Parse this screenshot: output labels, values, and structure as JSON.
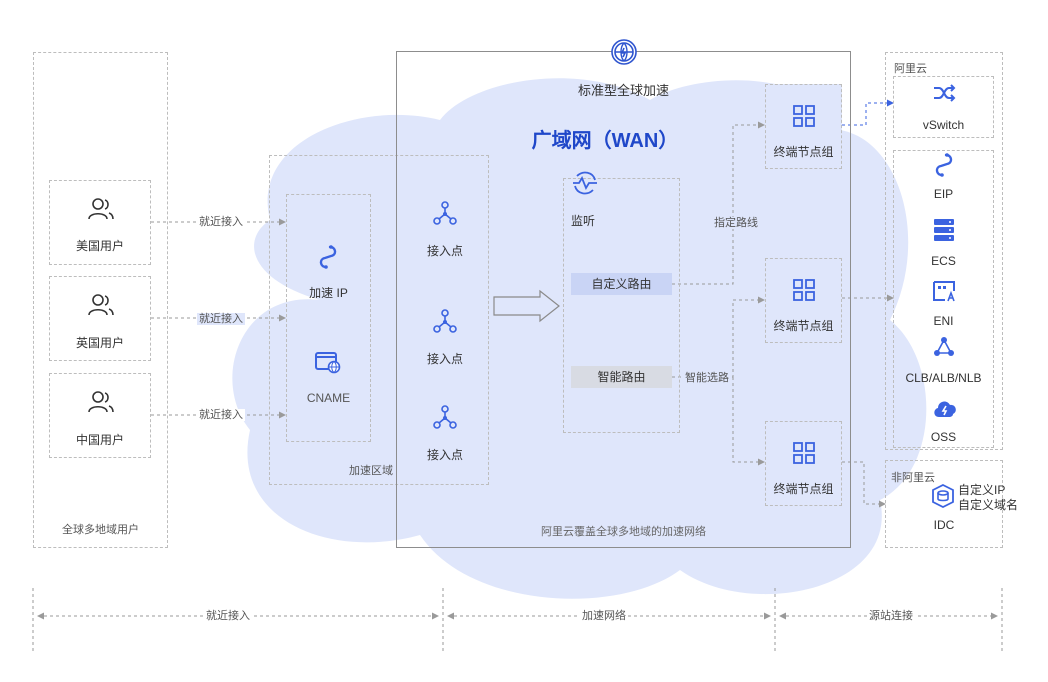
{
  "diagram": {
    "accelerator_title": "标准型全球加速",
    "wan_title": "广域网（WAN）",
    "users": {
      "items": [
        {
          "label": "美国用户",
          "edge_label": "就近接入"
        },
        {
          "label": "英国用户",
          "edge_label": "就近接入"
        },
        {
          "label": "中国用户",
          "edge_label": "就近接入"
        }
      ],
      "footer": "全球多地域用户"
    },
    "accel_zone": {
      "label": "加速区域",
      "accel_ip": "加速 IP",
      "cname": "CNAME",
      "access_points": [
        "接入点",
        "接入点",
        "接入点"
      ]
    },
    "listener": {
      "label": "监听",
      "custom_route": "自定义路由",
      "smart_route": "智能路由"
    },
    "edges": {
      "specified_route": "指定路线",
      "smart_select": "智能选路"
    },
    "endpoint_groups": [
      "终端节点组",
      "终端节点组",
      "终端节点组"
    ],
    "network_footer": "阿里云覆盖全球多地域的加速网络",
    "aliyun": {
      "title": "阿里云",
      "vswitch": "vSwitch",
      "items": [
        "EIP",
        "ECS",
        "ENI",
        "CLB/ALB/NLB",
        "OSS"
      ]
    },
    "non_aliyun": {
      "title": "非阿里云",
      "custom_ip": "自定义IP",
      "custom_domain": "自定义域名",
      "idc": "IDC"
    },
    "timeline": {
      "phases": [
        "就近接入",
        "加速网络",
        "源站连接"
      ]
    },
    "colors": {
      "cloud": "#dfe6fb",
      "accent": "#3b63e0",
      "wan_title": "#1f47c9",
      "dashed_border": "#bdbdbd"
    },
    "icons": {
      "globe": "globe-icon",
      "user": "user-icon",
      "link": "link-icon",
      "browser": "browser-globe-icon",
      "access_point": "access-point-icon",
      "listener": "listener-icon",
      "grid": "grid-icon",
      "switch": "switch-icon",
      "server": "server-icon",
      "eni": "eni-icon",
      "balancer": "balancer-icon",
      "oss": "oss-icon",
      "idc": "idc-icon"
    }
  }
}
